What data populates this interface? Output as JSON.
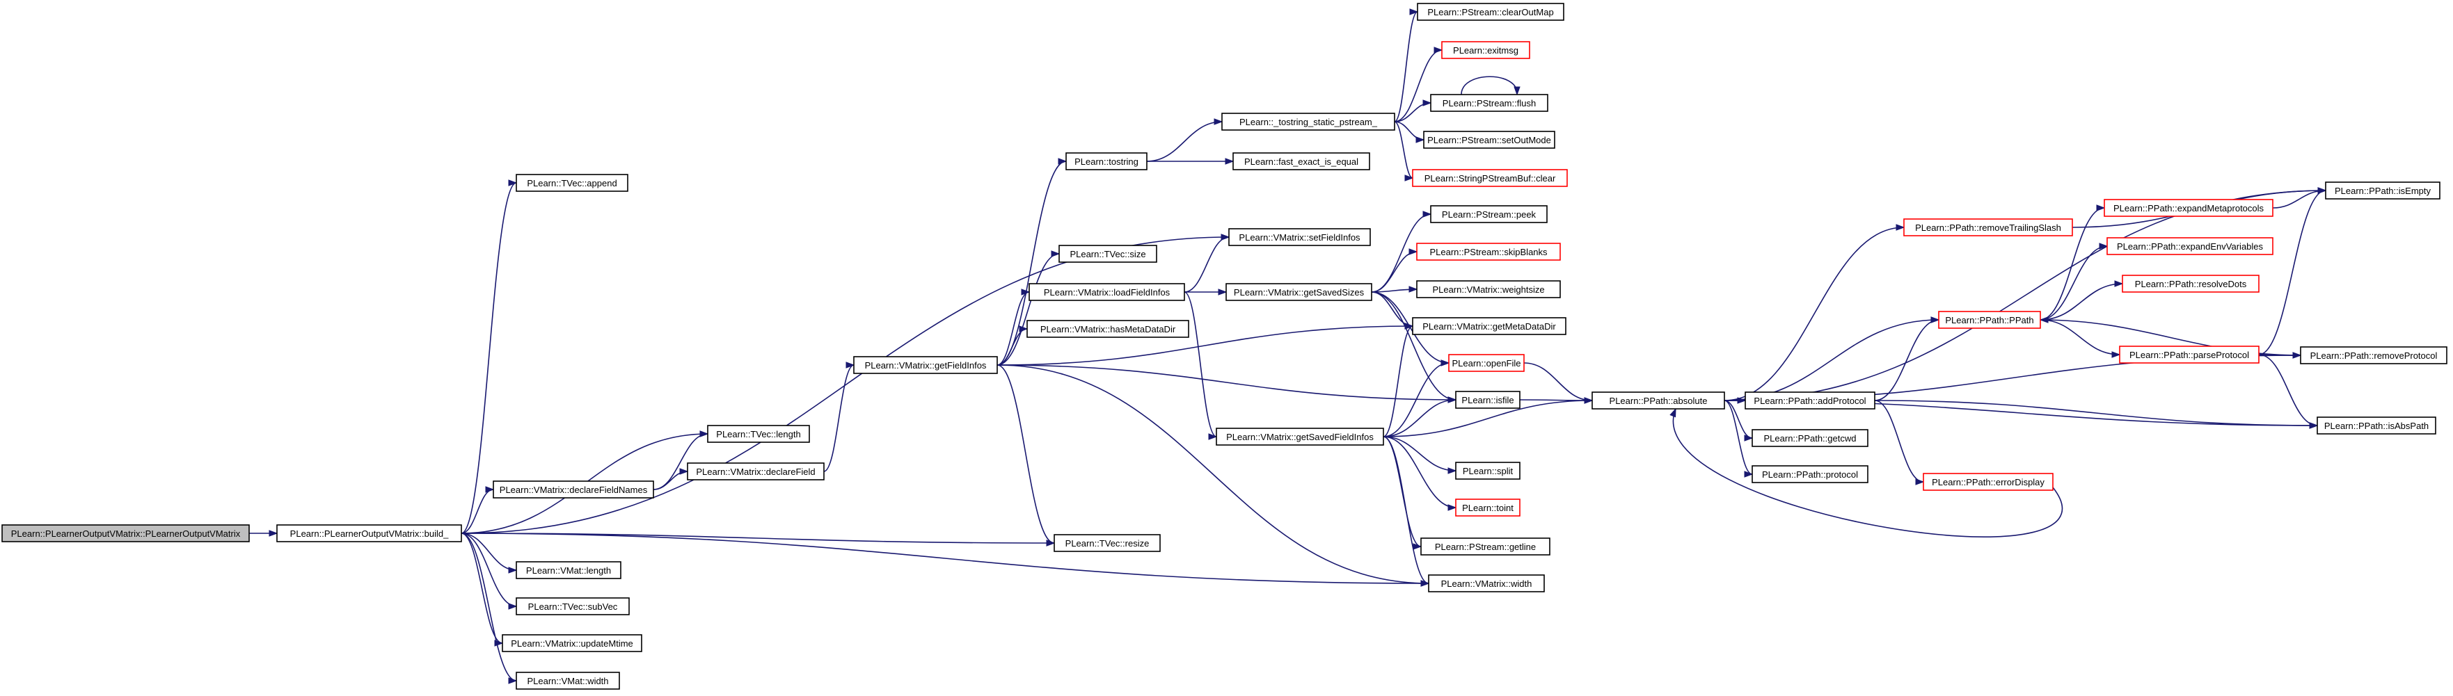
{
  "colors": {
    "edge": "#191970",
    "node_border": "#000000",
    "truncated_border": "#ff0000",
    "root_fill": "#bfbfbf",
    "node_fill": "#ffffff"
  },
  "nodes": {
    "root": {
      "label": "PLearn::PLearnerOutputVMatrix::PLearnerOutputVMatrix",
      "style": "root"
    },
    "build": {
      "label": "PLearn::PLearnerOutputVMatrix::build_",
      "style": "normal"
    },
    "tvec_append": {
      "label": "PLearn::TVec::append",
      "style": "normal"
    },
    "tvec_length": {
      "label": "PLearn::TVec::length",
      "style": "normal"
    },
    "declareFieldNames": {
      "label": "PLearn::VMatrix::declareFieldNames",
      "style": "normal"
    },
    "vmat_length": {
      "label": "PLearn::VMat::length",
      "style": "normal"
    },
    "subVec": {
      "label": "PLearn::TVec::subVec",
      "style": "normal"
    },
    "updateMtime": {
      "label": "PLearn::VMatrix::updateMtime",
      "style": "normal"
    },
    "vmat_width": {
      "label": "PLearn::VMat::width",
      "style": "normal"
    },
    "declareField": {
      "label": "PLearn::VMatrix::declareField",
      "style": "normal"
    },
    "getFieldInfos": {
      "label": "PLearn::VMatrix::getFieldInfos",
      "style": "normal"
    },
    "tostring": {
      "label": "PLearn::tostring",
      "style": "normal"
    },
    "tvec_size": {
      "label": "PLearn::TVec::size",
      "style": "normal"
    },
    "loadFieldInfos": {
      "label": "PLearn::VMatrix::loadFieldInfos",
      "style": "normal"
    },
    "hasMetaDataDir": {
      "label": "PLearn::VMatrix::hasMetaDataDir",
      "style": "normal"
    },
    "tvec_resize": {
      "label": "PLearn::TVec::resize",
      "style": "normal"
    },
    "tostring_static": {
      "label": "PLearn::_tostring_static_pstream_",
      "style": "normal"
    },
    "fast_exact": {
      "label": "PLearn::fast_exact_is_equal",
      "style": "normal"
    },
    "setFieldInfos": {
      "label": "PLearn::VMatrix::setFieldInfos",
      "style": "normal"
    },
    "getSavedSizes": {
      "label": "PLearn::VMatrix::getSavedSizes",
      "style": "normal"
    },
    "getSavedFieldInfos": {
      "label": "PLearn::VMatrix::getSavedFieldInfos",
      "style": "normal"
    },
    "clearOutMap": {
      "label": "PLearn::PStream::clearOutMap",
      "style": "normal"
    },
    "exitmsg": {
      "label": "PLearn::exitmsg",
      "style": "truncated"
    },
    "flush": {
      "label": "PLearn::PStream::flush",
      "style": "normal"
    },
    "setOutMode": {
      "label": "PLearn::PStream::setOutMode",
      "style": "normal"
    },
    "sbclear": {
      "label": "PLearn::StringPStreamBuf::clear",
      "style": "truncated"
    },
    "peek": {
      "label": "PLearn::PStream::peek",
      "style": "normal"
    },
    "skipBlanks": {
      "label": "PLearn::PStream::skipBlanks",
      "style": "truncated"
    },
    "weightsize": {
      "label": "PLearn::VMatrix::weightsize",
      "style": "normal"
    },
    "getMetaDataDir": {
      "label": "PLearn::VMatrix::getMetaDataDir",
      "style": "normal"
    },
    "openFile": {
      "label": "PLearn::openFile",
      "style": "truncated"
    },
    "isfile": {
      "label": "PLearn::isfile",
      "style": "normal"
    },
    "split": {
      "label": "PLearn::split",
      "style": "normal"
    },
    "toint": {
      "label": "PLearn::toint",
      "style": "truncated"
    },
    "getline": {
      "label": "PLearn::PStream::getline",
      "style": "normal"
    },
    "vm_width": {
      "label": "PLearn::VMatrix::width",
      "style": "normal"
    },
    "absolute": {
      "label": "PLearn::PPath::absolute",
      "style": "normal"
    },
    "addProtocol": {
      "label": "PLearn::PPath::addProtocol",
      "style": "normal"
    },
    "getcwd": {
      "label": "PLearn::PPath::getcwd",
      "style": "normal"
    },
    "protocol": {
      "label": "PLearn::PPath::protocol",
      "style": "normal"
    },
    "errorDisplay": {
      "label": "PLearn::PPath::errorDisplay",
      "style": "truncated"
    },
    "removeTrailingSlash": {
      "label": "PLearn::PPath::removeTrailingSlash",
      "style": "truncated"
    },
    "pp_PPath": {
      "label": "PLearn::PPath::PPath",
      "style": "truncated"
    },
    "expandMetaprotocols": {
      "label": "PLearn::PPath::expandMetaprotocols",
      "style": "truncated"
    },
    "expandEnvVariables": {
      "label": "PLearn::PPath::expandEnvVariables",
      "style": "truncated"
    },
    "resolveDots": {
      "label": "PLearn::PPath::resolveDots",
      "style": "truncated"
    },
    "parseProtocol": {
      "label": "PLearn::PPath::parseProtocol",
      "style": "truncated"
    },
    "isEmpty": {
      "label": "PLearn::PPath::isEmpty",
      "style": "normal"
    },
    "removeProtocol": {
      "label": "PLearn::PPath::removeProtocol",
      "style": "normal"
    },
    "isAbsPath": {
      "label": "PLearn::PPath::isAbsPath",
      "style": "normal"
    }
  }
}
